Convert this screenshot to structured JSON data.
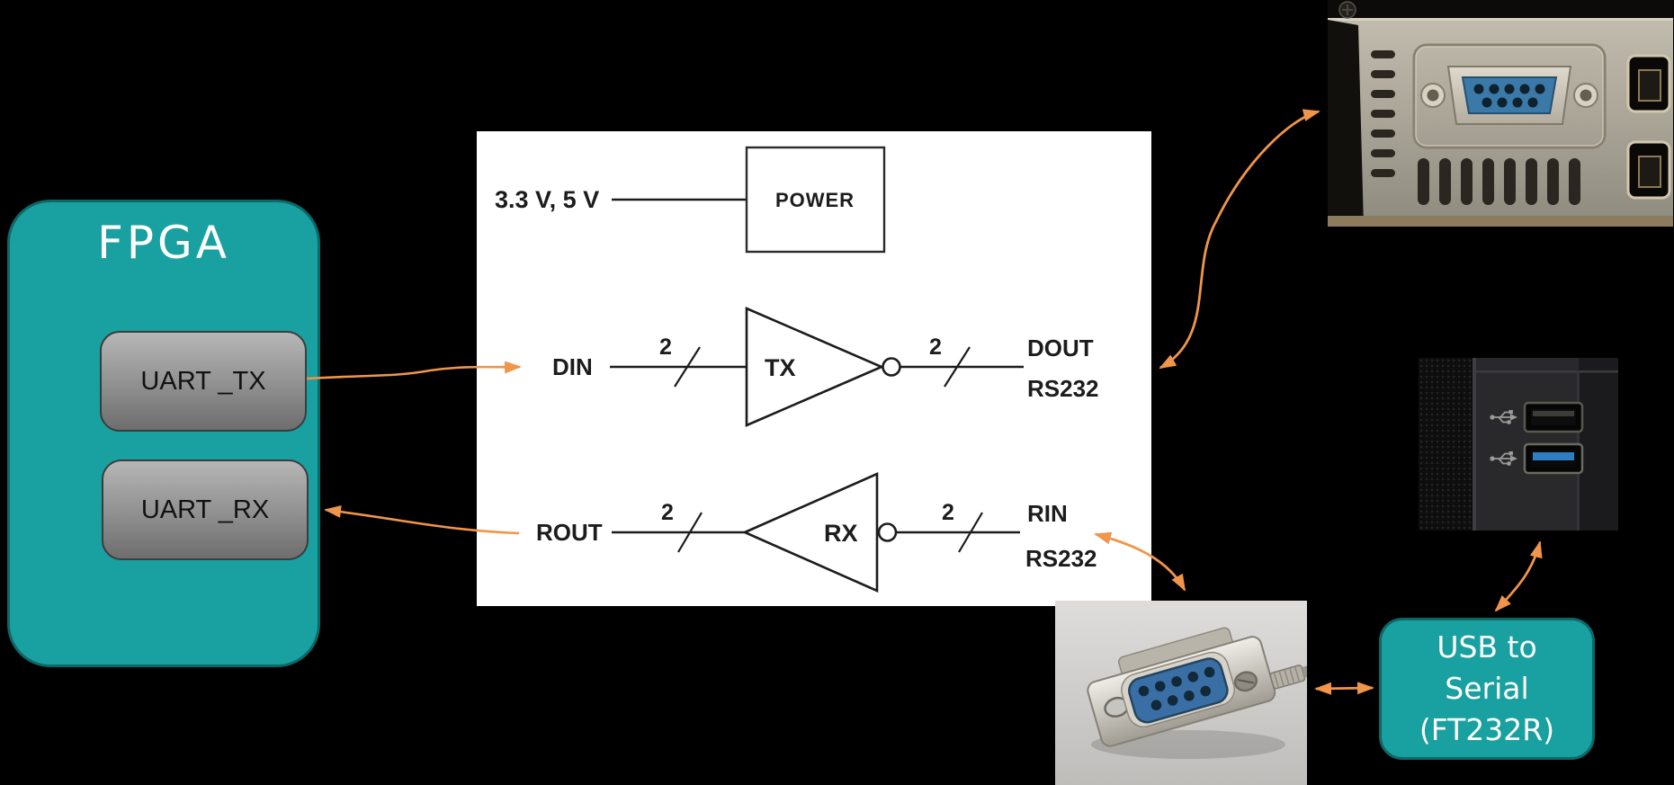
{
  "colors": {
    "background": "#000000",
    "teal_fill": "#19a0a0",
    "teal_border": "#0d6868",
    "orange_arrow": "#f0954a",
    "diagram_ink": "#1c1c1c",
    "panel_white": "#ffffff",
    "db9_blue": "#3a79a8",
    "usb3_blue": "#2e7fc2"
  },
  "fpga": {
    "title": "FPGA",
    "ports": [
      {
        "label": "UART _TX"
      },
      {
        "label": "UART _RX"
      }
    ]
  },
  "transceiver": {
    "supply_label": "3.3 V, 5 V",
    "power_block": "POWER",
    "tx": {
      "input": "DIN",
      "gate": "TX",
      "bus_in": "2",
      "bus_out": "2",
      "out_line1": "DOUT",
      "out_line2": "RS232"
    },
    "rx": {
      "output": "ROUT",
      "gate": "RX",
      "bus_in": "2",
      "bus_out": "2",
      "in_line1": "RIN",
      "in_line2": "RS232"
    }
  },
  "usb_serial_box": {
    "line1": "USB to",
    "line2": "Serial",
    "line3": "(FT232R)"
  },
  "icons": {
    "usb": "usb-trident-icon",
    "serial_rear_photo": "db9-serial-port-photo",
    "usb_panel_photo": "usb-ports-photo",
    "db9_connector_photo": "db9-female-connector-photo"
  }
}
